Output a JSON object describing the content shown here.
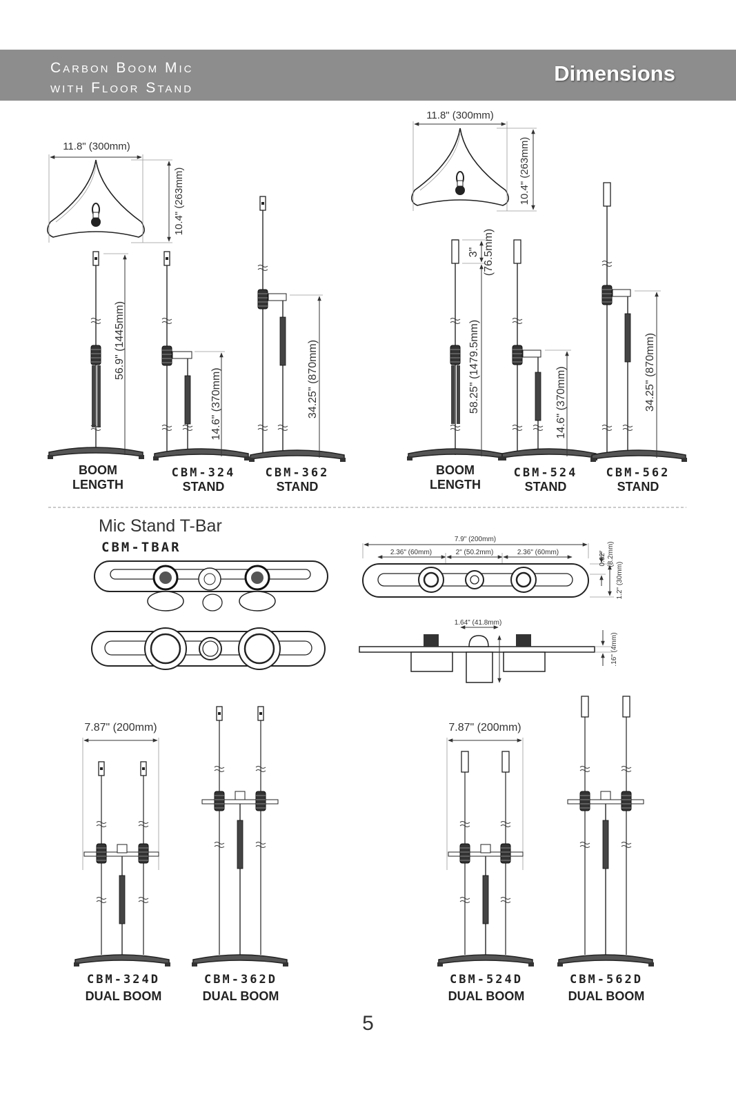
{
  "header": {
    "subtitle_line1": "Carbon Boom Mic",
    "subtitle_line2": "with Floor Stand",
    "title": "Dimensions"
  },
  "dimensions": {
    "base_width": "11.8\" (300mm)",
    "base_depth": "10.4\" (263mm)",
    "boom_300": "56.9\" (1445mm)",
    "stand_324": "14.6\" (370mm)",
    "stand_362": "34.25\" (870mm)",
    "mic_head": "3\"",
    "mic_head_mm": "(76.5mm)",
    "boom_500": "58.25\" (1479.5mm)",
    "stand_524": "14.6\" (370mm)",
    "stand_562": "34.25\" (870mm)",
    "dual_spacing": "7.87\" (200mm)"
  },
  "labels": {
    "boom_a": {
      "top": "BOOM",
      "bottom": "LENGTH"
    },
    "cbm324": {
      "model": "CBM-324",
      "kind": "STAND"
    },
    "cbm362": {
      "model": "CBM-362",
      "kind": "STAND"
    },
    "boom_b": {
      "top": "BOOM",
      "bottom": "LENGTH"
    },
    "cbm524": {
      "model": "CBM-524",
      "kind": "STAND"
    },
    "cbm562": {
      "model": "CBM-562",
      "kind": "STAND"
    },
    "cbm324d": {
      "model": "CBM-324D",
      "kind": "DUAL BOOM"
    },
    "cbm362d": {
      "model": "CBM-362D",
      "kind": "DUAL BOOM"
    },
    "cbm524d": {
      "model": "CBM-524D",
      "kind": "DUAL BOOM"
    },
    "cbm562d": {
      "model": "CBM-562D",
      "kind": "DUAL BOOM"
    }
  },
  "tbar": {
    "title": "Mic Stand T-Bar",
    "model": "CBM-TBAR",
    "total_length": "7.9\" (200mm)",
    "seg_left": "2.36\" (60mm)",
    "seg_mid": "2\" (50.2mm)",
    "seg_right": "2.36\" (60mm)",
    "thickness": "0.32\"",
    "thickness_mm": "(8.2mm)",
    "height": "1.2\" (30mm)",
    "post_height": "1.64\" (41.8mm)",
    "plate": ".16\" (4mm)"
  },
  "page_number": "5"
}
